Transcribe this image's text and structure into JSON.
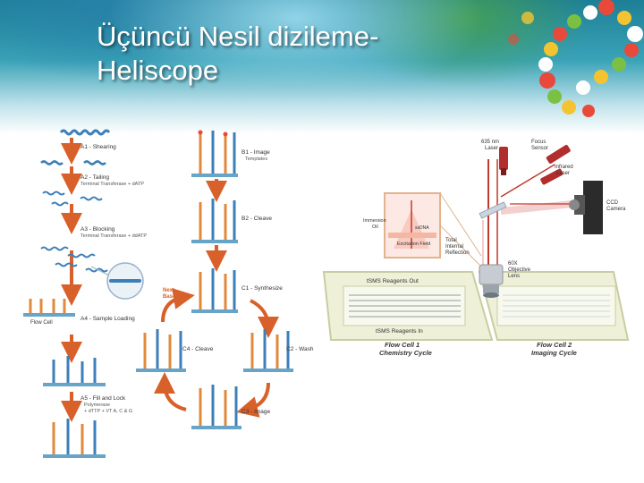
{
  "slide": {
    "title_line1": "Üçüncü Nesil dizileme-",
    "title_line2": "Heliscope"
  },
  "left_diagram": {
    "steps": {
      "a1": "A1 - Shearing",
      "a2": "A2 - Tailing",
      "a2_sub": "Terminal Transferase + dATP",
      "a3": "A3 - Blocking",
      "a3_sub": "Terminal Transferase + ddATP",
      "a4": "A4 - Sample Loading",
      "flow_cell": "Flow Cell",
      "a5": "A5 - Fill and Lock",
      "a5_sub1": "Polymerase",
      "a5_sub2": "+ dTTP + VT A, C & G",
      "b1": "B1 - Image",
      "b1_sub": "Templates",
      "b2": "B2 - Cleave",
      "c1": "C1 - Synthesize",
      "next_base": "Next",
      "next_base2": "Base",
      "c2": "C2 - Wash",
      "c3": "C3 - Image",
      "c4": "C4 - Cleave"
    }
  },
  "right_diagram": {
    "laser_635": "635 nm",
    "laser_635_2": "Laser",
    "focus_sensor": "Focus",
    "focus_sensor2": "Sensor",
    "infrared": "Infrared",
    "infrared2": "Laser",
    "ccd": "CCD",
    "ccd2": "Camera",
    "immersion": "Immersion",
    "immersion2": "Oil",
    "excitation": "Excitation Field",
    "tir": "Total",
    "tir2": "Internal",
    "tir3": "Reflection",
    "objective": "60X",
    "objective2": "Objective",
    "objective3": "Lens",
    "reagents_out": "tSMS Reagents Out",
    "reagents_in": "tSMS Reagents In",
    "fc1": "Flow Cell 1",
    "fc1_sub": "Chemistry  Cycle",
    "fc2": "Flow Cell 2",
    "fc2_sub": "Imaging  Cycle",
    "inset_sub": "ssDNA"
  }
}
